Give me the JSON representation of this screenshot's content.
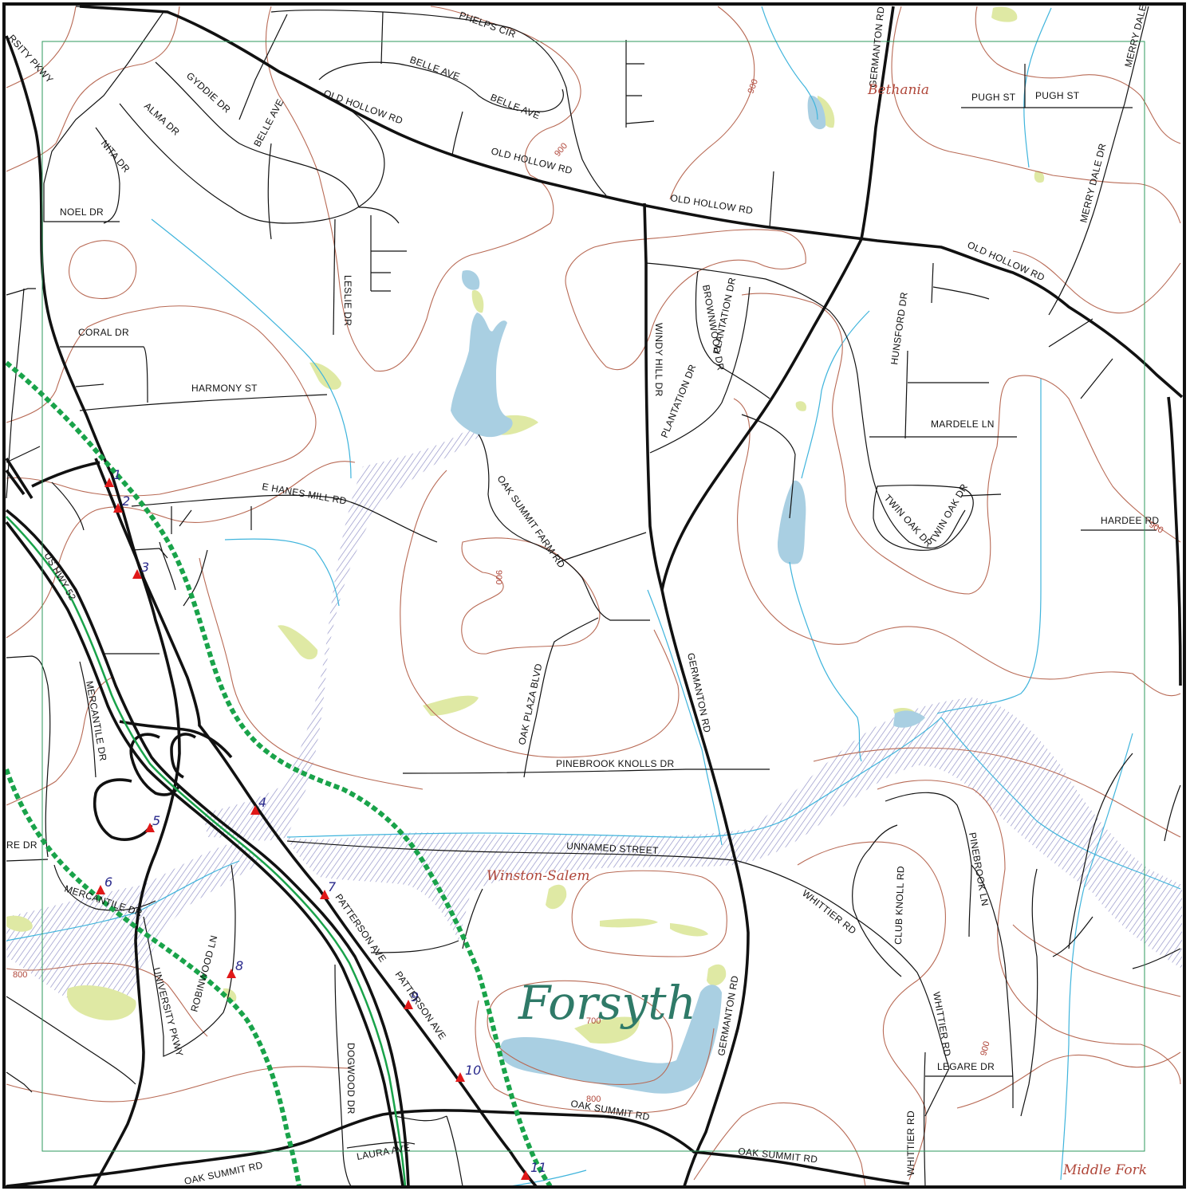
{
  "streets": {
    "university_pkwy_top": "RSITY PKWY",
    "phelps_cir": "PHELPS CIR",
    "belle_ave_1": "BELLE AVE",
    "belle_ave_2": "BELLE AVE",
    "belle_ave_3": "BELLE AVE",
    "gyddie_dr": "GYDDIE DR",
    "alma_dr": "ALMA DR",
    "nita_dr": "NITA DR",
    "noel_dr": "NOEL DR",
    "old_hollow_rd_1": "OLD HOLLOW RD",
    "old_hollow_rd_2": "OLD HOLLOW RD",
    "old_hollow_rd_3": "OLD HOLLOW RD",
    "old_hollow_rd_4": "OLD HOLLOW RD",
    "germanton_rd_1": "GERMANTON RD",
    "germanton_rd_2": "GERMANTON RD",
    "germanton_rd_3": "GERMANTON RD",
    "pugh_st_1": "PUGH ST",
    "pugh_st_2": "PUGH ST",
    "merry_dale_1": "MERRY DALE",
    "merry_dale_dr": "MERRY DALE DR",
    "leslie_dr": "LESLIE DR",
    "coral_dr": "CORAL DR",
    "harmony_st": "HARMONY ST",
    "windy_hill_dr": "WINDY HILL DR",
    "brownwood_dr": "BROWNWOOD DR",
    "plantation_dr_1": "PLANTATION DR",
    "plantation_dr_2": "PLANTATION DR",
    "hunsford_dr": "HUNSFORD DR",
    "mardele_ln": "MARDELE LN",
    "twin_oak_dr_1": "TWIN OAK DR",
    "twin_oak_dr_2": "TWIN OAK DR",
    "hardee_rd": "HARDEE RD",
    "e_hanes_mill_rd": "E HANES MILL RD",
    "oak_summit_farm_rd": "OAK SUMMIT FARM RD",
    "us_hwy_52": "US HWY 52",
    "mercantile_dr_1": "MERCANTILE DR",
    "mercantile_dr_2": "MERCANTILE DR",
    "oak_plaza_blvd": "OAK PLAZA BLVD",
    "pinebrook_knolls_dr": "PINEBROOK KNOLLS DR",
    "unnamed_street": "UNNAMED STREET",
    "whittier_rd_1": "WHITTIER RD",
    "whittier_rd_2": "WHITTIER RD",
    "whittier_rd_3": "WHITTIER RD",
    "club_knoll_rd": "CLUB KNOLL RD",
    "pinebrook_ln": "PINEBROOK LN",
    "legare_dr": "LEGARE DR",
    "patterson_ave_1": "PATTERSON AVE",
    "patterson_ave_2": "PATTERSON AVE",
    "university_pkwy": "UNIVERSITY PKWY",
    "robinwood_ln": "ROBINWOOD LN",
    "dogwood_dr": "DOGWOOD DR",
    "oak_summit_rd_1": "OAK SUMMIT RD",
    "oak_summit_rd_2": "OAK SUMMIT RD",
    "oak_summit_rd_3": "OAK SUMMIT RD",
    "laura_ave": "LAURA AVE",
    "re_dr": "RE DR"
  },
  "places": {
    "bethania": "Bethania",
    "winston_salem": "Winston-Salem",
    "middle_fork": "Middle Fork",
    "county": "Forsyth"
  },
  "contour_labels": {
    "c1": "900",
    "c2": "900",
    "c3": "900",
    "c4": "900",
    "c5": "900",
    "c6": "800",
    "c7": "800",
    "c8": "700"
  },
  "markers": [
    "1",
    "2",
    "3",
    "4",
    "5",
    "6",
    "7",
    "8",
    "9",
    "10",
    "11"
  ],
  "colors": {
    "road": "#111111",
    "contour": "#b86a55",
    "stream": "#3fb4dc",
    "water": "#a9cfe2",
    "vegetation": "#dfe9a4",
    "route": "#19a34a",
    "marker": "#e01818",
    "wetland_hatch": "#8c8cc4",
    "neatline": "#2e9a5c"
  }
}
